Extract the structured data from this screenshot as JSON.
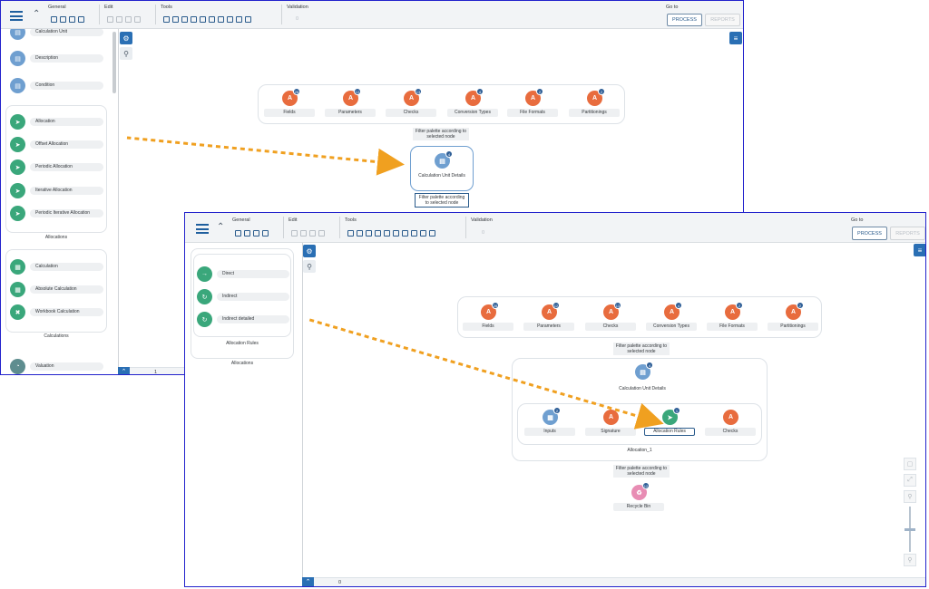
{
  "colors": {
    "accent": "#2a6fb4",
    "orange": "#e86c3e",
    "green": "#3aa77b",
    "arrow": "#f0a020",
    "border": "#2222cc"
  },
  "toolbar": {
    "groups": {
      "general": "General",
      "edit": "Edit",
      "tools": "Tools",
      "validation": "Validation",
      "goto": "Go to"
    },
    "validation_count": "0",
    "process_label": "PROCESS",
    "reports_label": "REPORTS"
  },
  "back": {
    "palette_items": [
      "Calculation Unit",
      "Description",
      "Condition"
    ],
    "alloc_items": [
      "Allocation",
      "Offset Allocation",
      "Periodic Allocation",
      "Iterative Allocation",
      "Periodic Iterative Allocation"
    ],
    "alloc_group": "Allocations",
    "calc_items": [
      "Calculation",
      "Absolute Calculation",
      "Workbook Calculation"
    ],
    "calc_group": "Calculations",
    "val_item": "Valuation",
    "footer_count": "1",
    "nodes": [
      {
        "label": "Fields",
        "badge": "28"
      },
      {
        "label": "Parameters",
        "badge": "12"
      },
      {
        "label": "Checks",
        "badge": "13"
      },
      {
        "label": "Conversion Types",
        "badge": "4"
      },
      {
        "label": "File Formats",
        "badge": "2"
      },
      {
        "label": "Partitionings",
        "badge": "2"
      }
    ],
    "filter_caption": "Filter palette according to selected node",
    "cu_node": "Calculation Unit Details",
    "cu_badge": "4",
    "filter_caption2": "Filter palette according to selected node"
  },
  "front": {
    "alloc_rule_items": [
      "Direct",
      "Indirect",
      "Indirect detailed"
    ],
    "alloc_rules_group": "Allocation Rules",
    "allocations_group": "Allocations",
    "footer_count": "0",
    "nodes": [
      {
        "label": "Fields",
        "badge": "28"
      },
      {
        "label": "Parameters",
        "badge": "12"
      },
      {
        "label": "Checks",
        "badge": "13"
      },
      {
        "label": "Conversion Types",
        "badge": "4"
      },
      {
        "label": "File Formats",
        "badge": "2"
      },
      {
        "label": "Partitionings",
        "badge": "2"
      }
    ],
    "filter_caption": "Filter palette according to selected node",
    "cu_node": "Calculation Unit Details",
    "cu_badge": "4",
    "alloc_nodes": [
      {
        "label": "Inputs",
        "badge": "2"
      },
      {
        "label": "Signature",
        "badge": ""
      },
      {
        "label": "Allocation Rules",
        "badge": "1"
      },
      {
        "label": "Checks",
        "badge": ""
      }
    ],
    "alloc_box_label": "Allocation_1",
    "filter_caption2": "Filter palette according to selected node",
    "recycle_label": "Recycle Bin",
    "recycle_badge": "12"
  }
}
